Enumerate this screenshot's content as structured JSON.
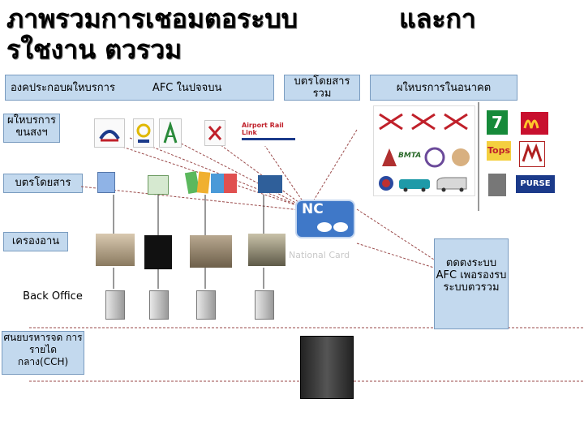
{
  "title": {
    "line1": "ภาพรวมการเชอมตอระบบ",
    "line2": "รใชงาน ตวรวม",
    "right": "และกา"
  },
  "columns": {
    "operators": "องคประกอบผใหบรการ",
    "current_afc": "AFC ในปจจบน",
    "common_ticket": "บตรโดยสาร รวม",
    "future_providers": "ผใหบรการในอนาคต"
  },
  "rows": {
    "providers": "ผใหบรการ ขนสงฯ",
    "tickets": "บตรโดยสาร",
    "readers": "เครองอาน",
    "back_office": "Back Office",
    "clearing_house": "ศนยบรหารจด การรายได กลาง(CCH)"
  },
  "national_card": {
    "badge": "NC",
    "label": "National Card"
  },
  "note": {
    "text": "ตดตงระบบ AFC เพอรองรบ ระบบตวรวม"
  },
  "logos": {
    "airport_rail_link": "Airport Rail Link",
    "bmta": "BMTA",
    "tops": "Tops",
    "purse": "PURSE",
    "seven_eleven": "7"
  },
  "colors": {
    "header_bg": "#c3d9ee",
    "header_border": "#7a9cc0",
    "dashed_line": "#9a4a4a",
    "nc_badge": "#3f78c8"
  }
}
